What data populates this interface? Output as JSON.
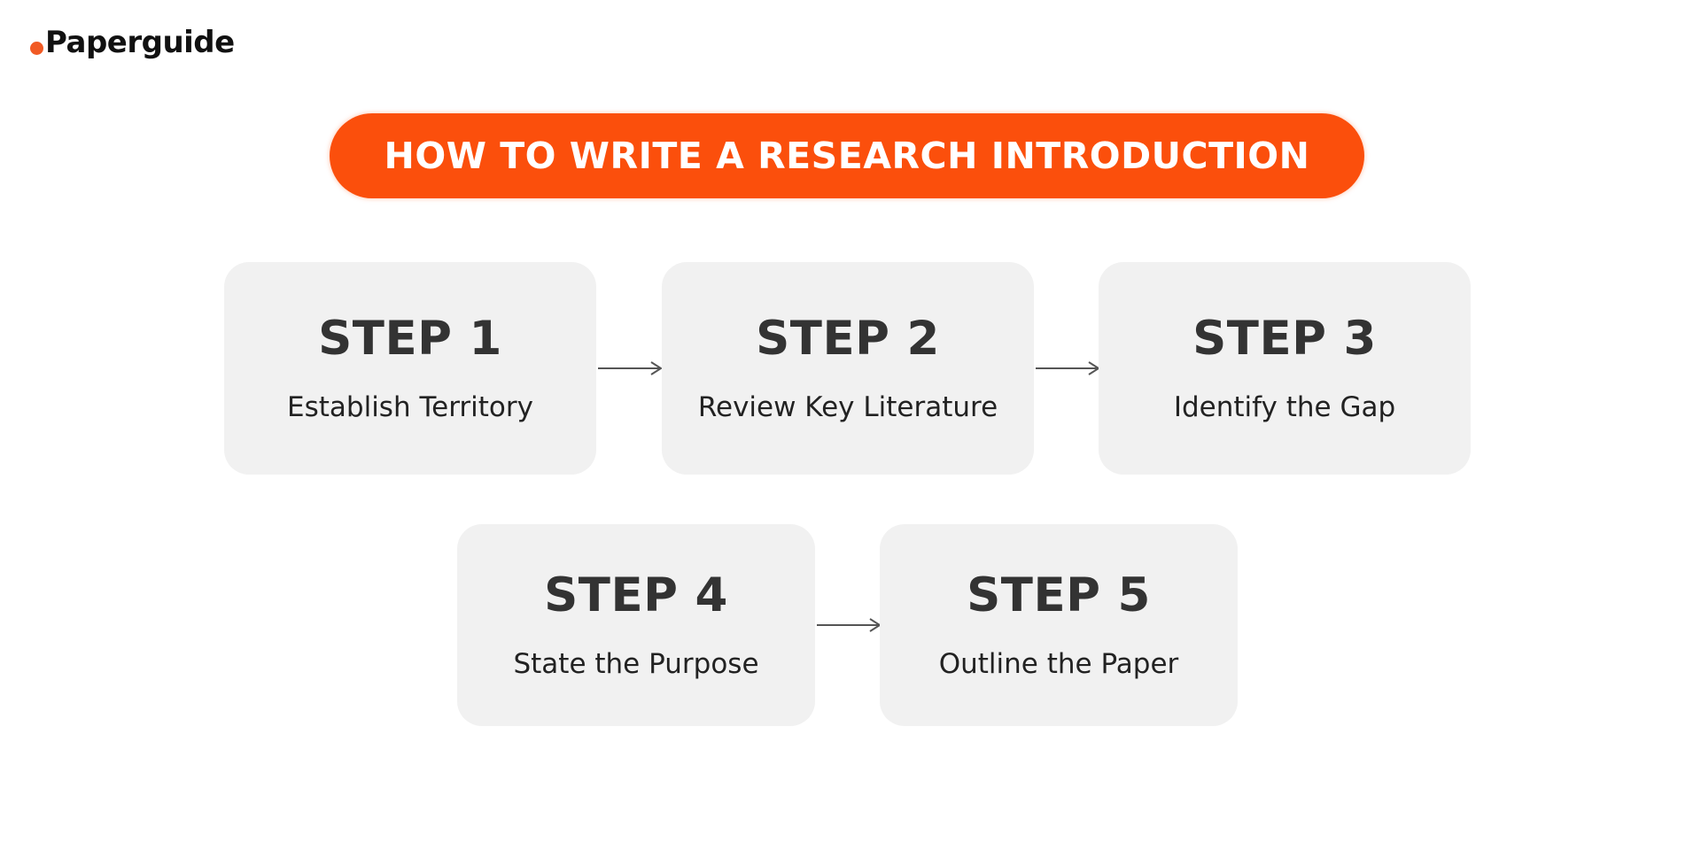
{
  "brand": {
    "name": "Paperguide",
    "accent": "#f15a24"
  },
  "title": "HOW TO WRITE A RESEARCH INTRODUCTION",
  "colors": {
    "pill": "#fb4f0c",
    "card": "#f1f1f1",
    "step_text": "#333333",
    "arrow": "#555555"
  },
  "steps": [
    {
      "label": "STEP 1",
      "description": "Establish Territory"
    },
    {
      "label": "STEP 2",
      "description": "Review Key Literature"
    },
    {
      "label": "STEP 3",
      "description": "Identify the Gap"
    },
    {
      "label": "STEP 4",
      "description": "State the Purpose"
    },
    {
      "label": "STEP 5",
      "description": "Outline the Paper"
    }
  ]
}
